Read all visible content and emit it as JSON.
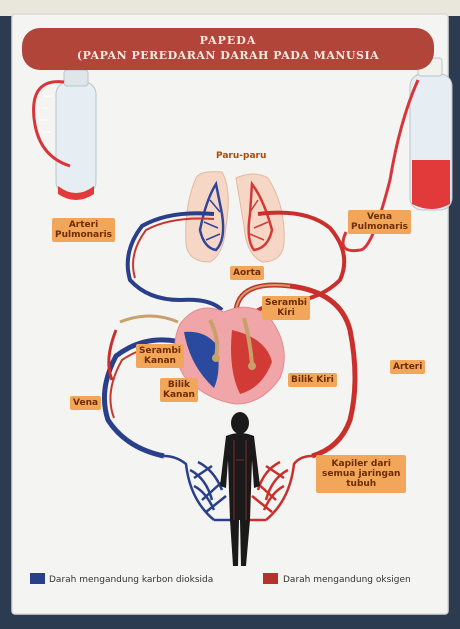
{
  "title": {
    "line1": "PAPEDA",
    "line2": "(PAPAN PEREDARAN DARAH PADA MANUSIA"
  },
  "labels": {
    "lungs": "Paru-paru",
    "pulmonary_artery": "Arteri\nPulmonaris",
    "pulmonary_vein": "Vena\nPulmonaris",
    "aorta": "Aorta",
    "left_atrium": "Serambi\nKiri",
    "right_atrium": "Serambi\nKanan",
    "right_ventricle": "Bilik\nKanan",
    "left_ventricle": "Bilik Kiri",
    "vein": "Vena",
    "artery": "Arteri",
    "capillaries": "Kapiler dari\nsemua jaringan\ntubuh"
  },
  "legend": {
    "deoxygenated": "Darah mengandung karbon dioksida",
    "oxygenated": "Darah mengandung oksigen"
  },
  "colors": {
    "deoxygenated": "#2a3f8a",
    "oxygenated": "#b8322c",
    "banner": "#b2453a",
    "label_bg": "#f2a65a"
  }
}
